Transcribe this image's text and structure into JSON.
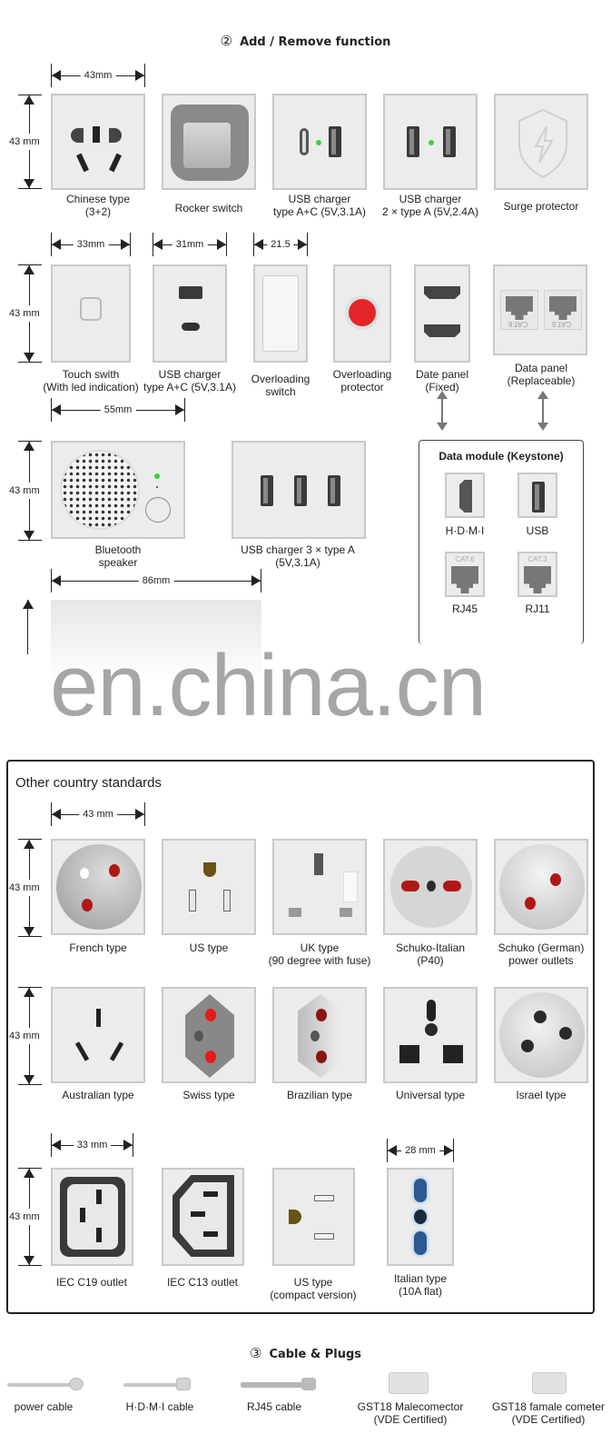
{
  "section2": {
    "number": "②",
    "title": "Add / Remove function",
    "row1": {
      "width_dim": "43mm",
      "height_dim": "43 mm",
      "items": [
        {
          "line1": "Chinese type",
          "line2": "(3+2)"
        },
        {
          "line1": "Rocker switch",
          "line2": ""
        },
        {
          "line1": "USB charger",
          "line2": "type A+C (5V,3.1A)"
        },
        {
          "line1": "USB charger",
          "line2": "2 × type A (5V,2.4A)"
        },
        {
          "line1": "Surge protector",
          "line2": ""
        }
      ]
    },
    "row2": {
      "dims": [
        "33mm",
        "31mm",
        "21.5"
      ],
      "height_dim": "43 mm",
      "items": [
        {
          "line1": "Touch swith",
          "line2": "(With led indication)"
        },
        {
          "line1": "USB charger",
          "line2": "type A+C (5V,3.1A)"
        },
        {
          "line1": "Overloading",
          "line2": "switch"
        },
        {
          "line1": "Overloading",
          "line2": "protector"
        },
        {
          "line1": "Date panel",
          "line2": "(Fixed)"
        },
        {
          "line1": "Data panel",
          "line2": "(Replaceable)"
        }
      ],
      "cat_label": "CAT.6"
    },
    "row3": {
      "width_dim": "55mm",
      "height_dim": "43 mm",
      "items": [
        {
          "line1": "Bluetooth",
          "line2": "speaker"
        },
        {
          "line1": "USB charger 3 × type A",
          "line2": "(5V,3.1A)"
        }
      ]
    },
    "row4": {
      "width_dim": "86mm"
    },
    "data_module": {
      "title": "Data module (Keystone)",
      "items": [
        {
          "label": "H·D·M·I"
        },
        {
          "label": "USB"
        },
        {
          "label": "RJ45",
          "cat": "CAT.6"
        },
        {
          "label": "RJ11",
          "cat": "CAT.3"
        }
      ]
    }
  },
  "watermark": "en.china.cn",
  "other_standards": {
    "title": "Other country standards",
    "row1": {
      "width_dim": "43 mm",
      "height_dim": "43 mm",
      "items": [
        {
          "line1": "French type",
          "line2": ""
        },
        {
          "line1": "US type",
          "line2": ""
        },
        {
          "line1": "UK type",
          "line2": "(90 degree with fuse)"
        },
        {
          "line1": "Schuko-Italian",
          "line2": "(P40)"
        },
        {
          "line1": "Schuko (German)",
          "line2": "power outlets"
        }
      ]
    },
    "row2": {
      "height_dim": "43 mm",
      "items": [
        {
          "line1": "Australian type"
        },
        {
          "line1": "Swiss type"
        },
        {
          "line1": "Brazilian type"
        },
        {
          "line1": "Universal type"
        },
        {
          "line1": "Israel type"
        }
      ]
    },
    "row3": {
      "width_dim": "33 mm",
      "width_dim2": "28 mm",
      "height_dim": "43 mm",
      "items": [
        {
          "line1": "IEC C19 outlet",
          "line2": ""
        },
        {
          "line1": "IEC C13 outlet",
          "line2": ""
        },
        {
          "line1": "US type",
          "line2": "(compact version)"
        },
        {
          "line1": "Italian type",
          "line2": "(10A flat)"
        }
      ]
    }
  },
  "section3": {
    "number": "③",
    "title": "Cable & Plugs",
    "items": [
      {
        "line1": "power cable",
        "line2": ""
      },
      {
        "line1": "H·D·M·I cable",
        "line2": ""
      },
      {
        "line1": "RJ45 cable",
        "line2": ""
      },
      {
        "line1": "GST18 Malecomector",
        "line2": "(VDE Certified)"
      },
      {
        "line1": "GST18 famale cometer",
        "line2": "(VDE Certified)"
      }
    ]
  },
  "colors": {
    "tile_bg": "#ececec",
    "tile_border": "#c9c9c9",
    "led_green": "#3ad33a",
    "socket_red": "#b01818",
    "watermark_gray": "#a6a6a6"
  }
}
